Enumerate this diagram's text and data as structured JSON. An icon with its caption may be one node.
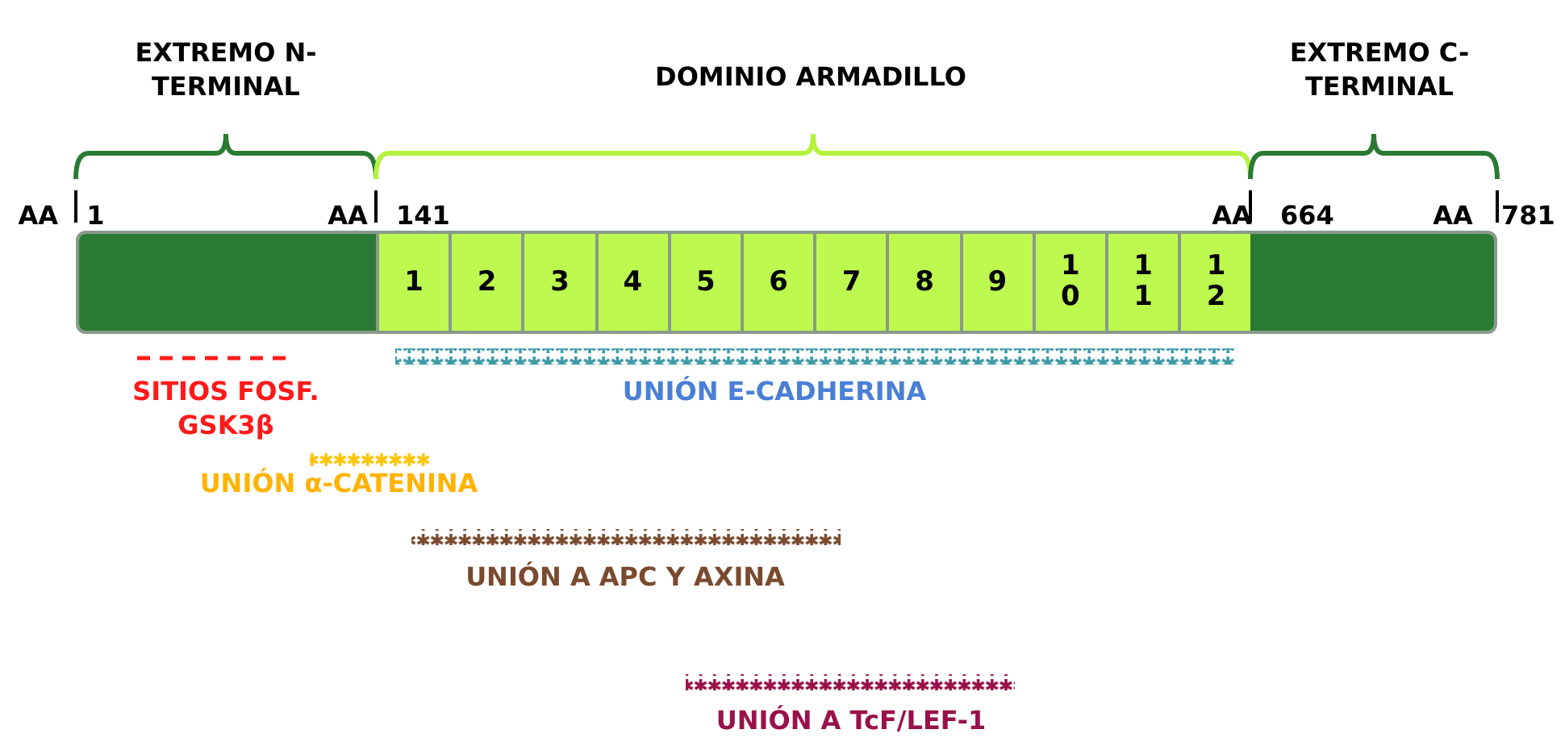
{
  "diagram": {
    "nodes": [
      {
        "text": [],
        "shape": "bar"
      },
      {
        "text": [
          "1"
        ]
      },
      {
        "text": [
          "2"
        ]
      },
      {
        "text": [
          "3"
        ]
      },
      {
        "text": [
          "4"
        ]
      },
      {
        "text": [
          "5"
        ]
      },
      {
        "text": [
          "6"
        ]
      },
      {
        "text": [
          "7"
        ]
      },
      {
        "text": [
          "8"
        ]
      },
      {
        "text": [
          "9"
        ]
      },
      {
        "text": [
          "10"
        ]
      },
      {
        "text": [
          "11"
        ]
      },
      {
        "text": [
          "12"
        ]
      },
      {
        "text": [],
        "shape": "bar"
      }
    ],
    "labels": [
      "EXTREMO N-TERMINAL",
      "DOMINIO ARMADILLO",
      "EXTREMO C-TERMINAL",
      "AA 1",
      "AA 141",
      "AA 664",
      "AA 781",
      "SITIOS FOSF. GSK3β",
      "UNIÓN E-CADHERINA",
      "UNIÓN α-CATENINA",
      "UNIÓN A APC Y AXINA",
      "UNIÓN A TcF/LEF-1"
    ]
  }
}
